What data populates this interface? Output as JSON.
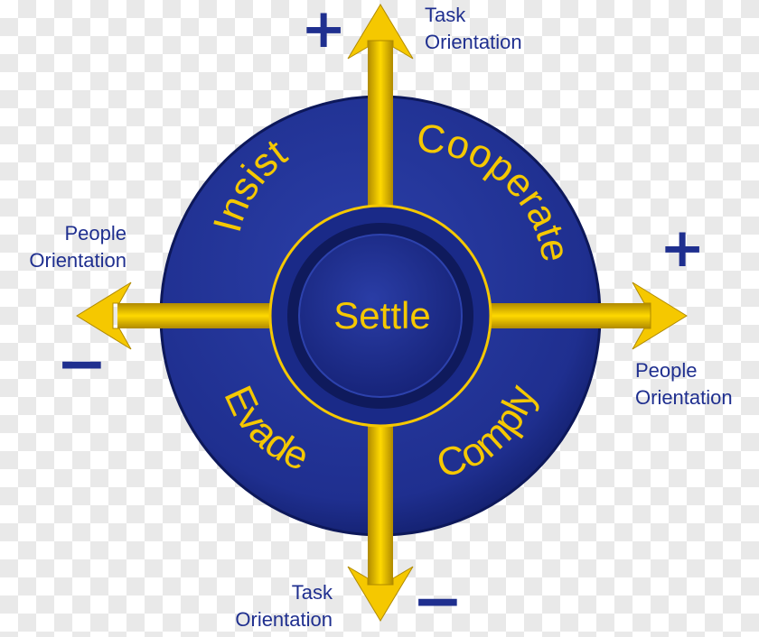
{
  "center": {
    "label": "Settle"
  },
  "quadrants": {
    "top_left": "Insist",
    "top_right": "Cooperate",
    "bottom_left": "Evade",
    "bottom_right": "Comply"
  },
  "axes": {
    "task_top": {
      "line1": "Task",
      "line2": "Orientation",
      "sign": "+"
    },
    "task_bottom": {
      "line1": "Task",
      "line2": "Orientation",
      "sign": "−"
    },
    "people_left": {
      "line1": "People",
      "line2": "Orientation",
      "sign": "−"
    },
    "people_right": {
      "line1": "People",
      "line2": "Orientation",
      "sign": "+"
    }
  },
  "colors": {
    "disc": "#1f2f8f",
    "disc_dark": "#0f1a5c",
    "arrow": "#f5c800",
    "text_yellow": "#f5c800",
    "text_blue": "#1f2f8f"
  }
}
